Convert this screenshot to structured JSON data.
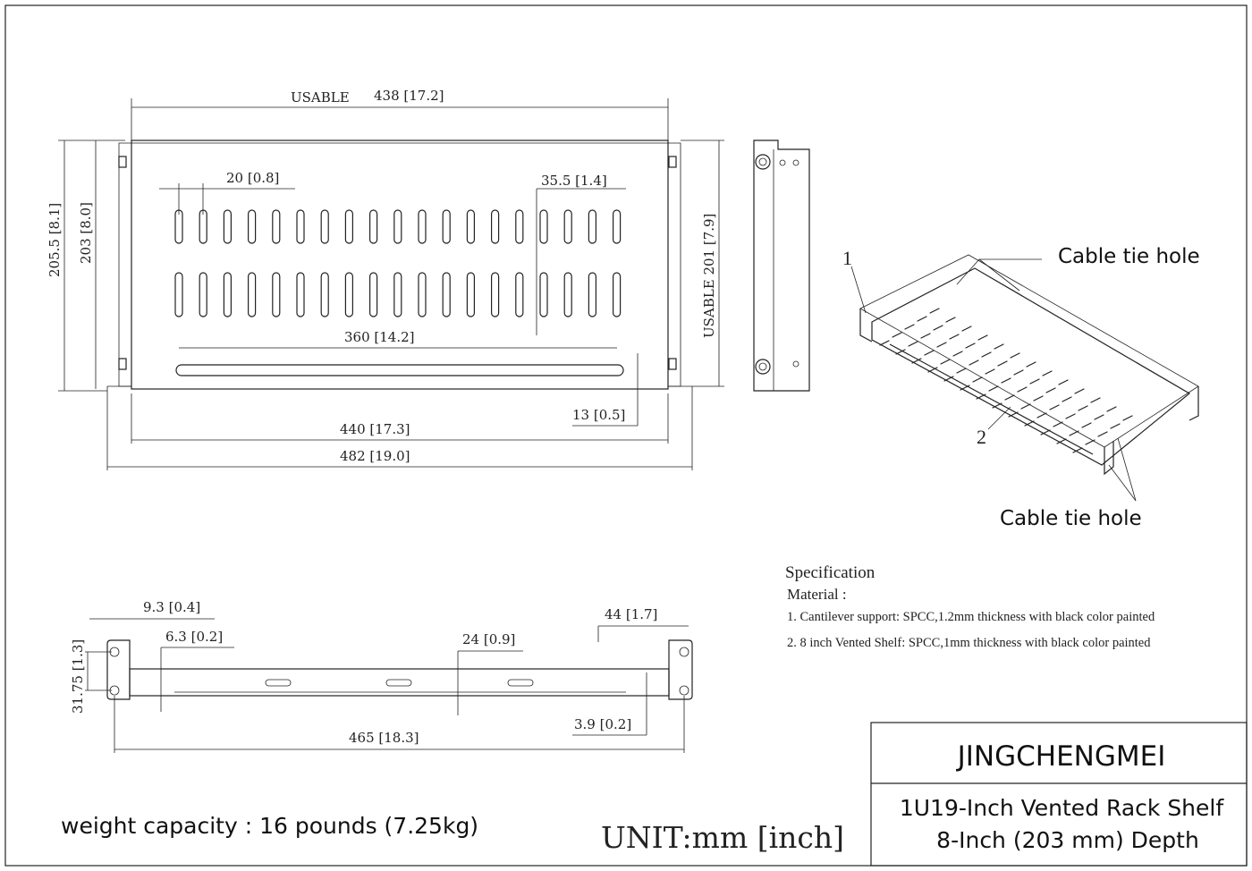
{
  "front_view": {
    "usable_label": "USABLE",
    "usable_width": "438 [17.2]",
    "slot_width": "20 [0.8]",
    "slot_height": "35.5 [1.4]",
    "slot_span": "360 [14.2]",
    "long_slot": "13 [0.5]",
    "inner_width": "440 [17.3]",
    "overall_width": "482 [19.0]",
    "overall_height": "205.5 [8.1]",
    "plate_height": "203 [8.0]",
    "usable_depth": "USABLE 201 [7.9]"
  },
  "side_view": {
    "hole_offset": "9.3 [0.4]",
    "hole_margin": "6.3 [0.2]",
    "hole_pitch": "31.75 [1.3]",
    "flange_height": "24 [0.9]",
    "height": "44 [1.7]",
    "lip": "3.9 [0.2]",
    "length": "465 [18.3]"
  },
  "iso_view": {
    "callout_1": "1",
    "callout_2": "2",
    "cable_tie_top": "Cable tie hole",
    "cable_tie_bottom": "Cable tie hole"
  },
  "specification": {
    "title": "Specification",
    "material_label": "Material :",
    "items": [
      "1.  Cantilever support: SPCC,1.2mm thickness with black color painted",
      "2.  8 inch Vented Shelf: SPCC,1mm thickness with black color painted"
    ]
  },
  "weight_capacity": "weight capacity : 16 pounds (7.25kg)",
  "unit": "UNIT:mm [inch]",
  "title_block": {
    "brand": "JINGCHENGMEI",
    "product_line1": "1U19-Inch Vented Rack Shelf",
    "product_line2": "8-Inch (203 mm) Depth"
  }
}
